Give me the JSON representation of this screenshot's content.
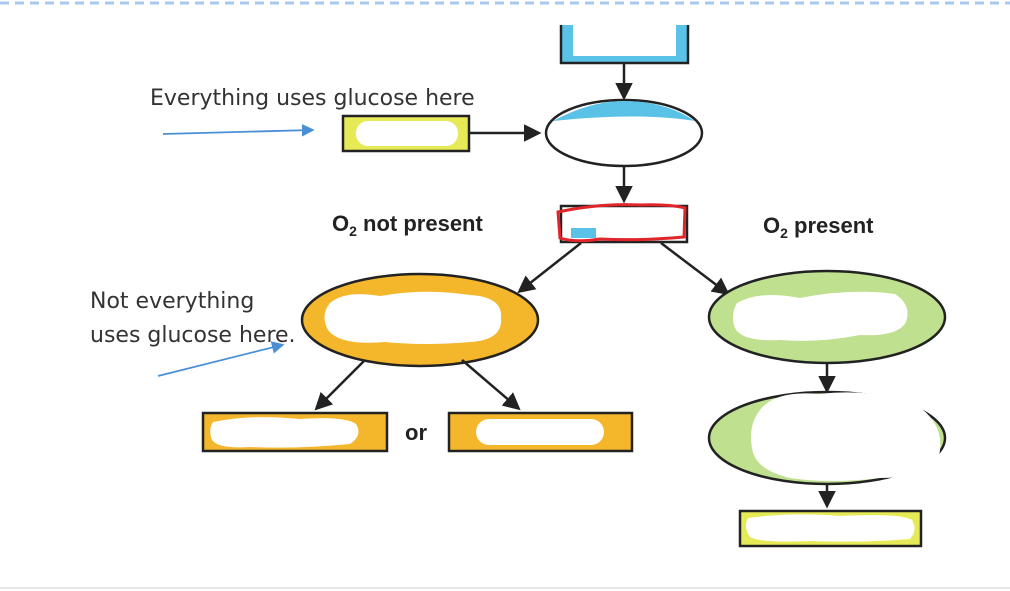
{
  "annotations": {
    "glycolysis_note": "Everything uses glucose here",
    "fermentation_note_line1": "Not everything",
    "fermentation_note_line2": "uses glucose here."
  },
  "labels": {
    "no_oxygen_prefix": "O",
    "no_oxygen_sub": "2",
    "no_oxygen_suffix": " not present",
    "oxygen_prefix": "O",
    "oxygen_sub": "2",
    "oxygen_suffix": " present",
    "or_word": "or"
  },
  "colors": {
    "blue": "#5bc2e7",
    "yellow": "#e7ea57",
    "orange": "#f4b62a",
    "green": "#bfe08f",
    "red_highlight": "#e0262b",
    "annotation_arrow": "#4a8fd6",
    "border_dash": "#a9c8ef"
  }
}
